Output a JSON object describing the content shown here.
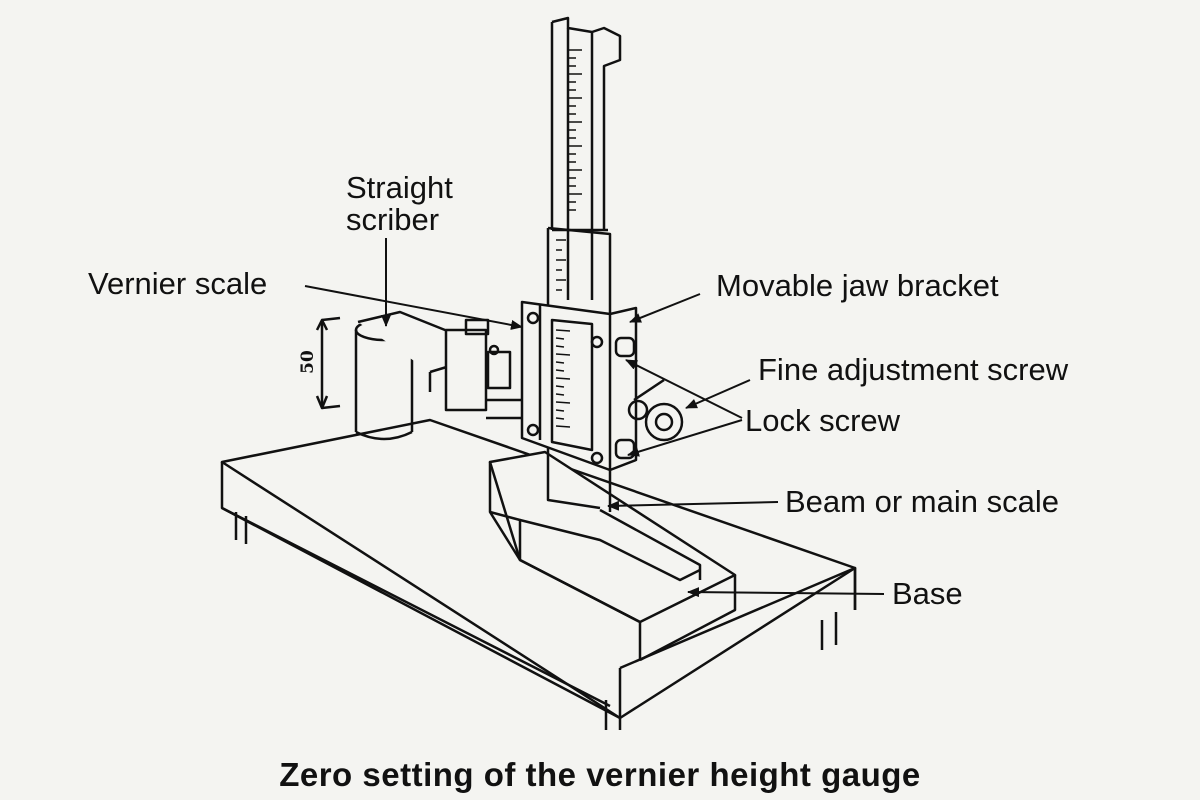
{
  "labels": {
    "straight": "Straight",
    "scriber": "scriber",
    "vernier_scale": "Vernier scale",
    "movable_jaw": "Movable jaw bracket",
    "fine_adjustment": "Fine adjustment screw",
    "lock_screw": "Lock screw",
    "beam": "Beam or main scale",
    "base": "Base"
  },
  "dimension": "50",
  "caption": "Zero setting of the vernier height gauge"
}
